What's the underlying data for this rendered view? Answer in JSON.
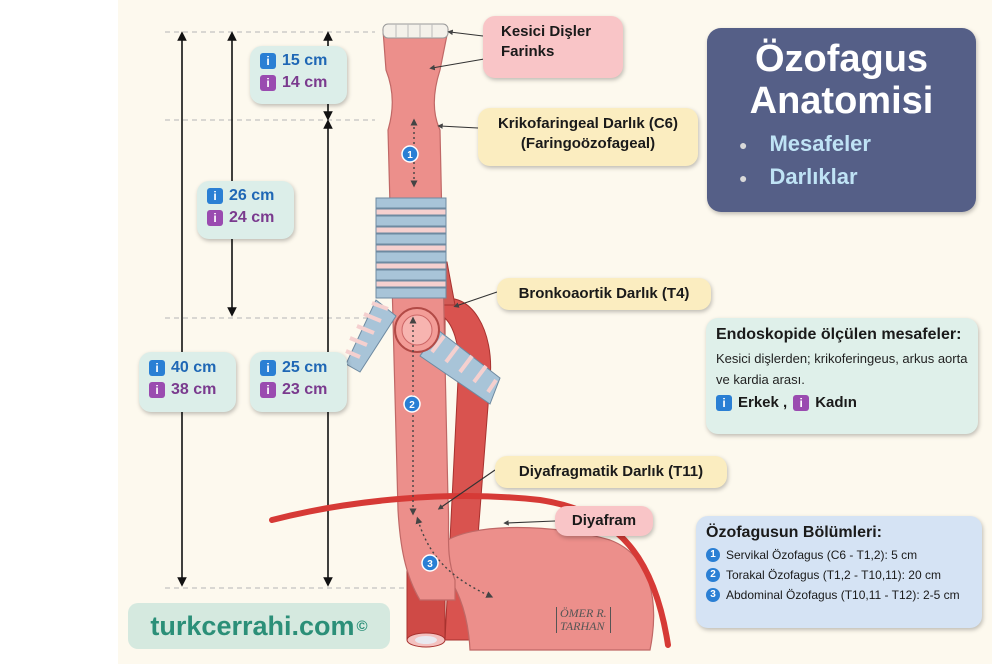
{
  "title": {
    "line1": "Özofagus",
    "line2": "Anatomisi",
    "bullets": [
      "Mesafeler",
      "Darlıklar"
    ]
  },
  "callouts": {
    "incisors": "Kesici Dişler",
    "pharynx": "Farinks",
    "cricopharyngeal_1": "Krikofaringeal Darlık (C6)",
    "cricopharyngeal_2": "(Faringoözofageal)",
    "bronchoaortic": "Bronkoaortik Darlık (T4)",
    "diaphragmatic": "Diyafragmatik Darlık (T11)",
    "diaphragm": "Diyafram"
  },
  "measurements": {
    "m15": {
      "male": "15 cm",
      "female": "14 cm"
    },
    "m26": {
      "male": "26 cm",
      "female": "24 cm"
    },
    "m40": {
      "male": "40 cm",
      "female": "38 cm"
    },
    "m25": {
      "male": "25 cm",
      "female": "23 cm"
    }
  },
  "endoscopy": {
    "heading": "Endoskopide ölçülen mesafeler:",
    "text": "Kesici dişlerden; krikoferingeus, arkus aorta ve kardia arası.",
    "male_label": "Erkek ,",
    "female_label": "Kadın"
  },
  "sections": {
    "heading": "Özofagusun Bölümleri:",
    "items": [
      {
        "num": "1",
        "text": "Servikal Özofagus (C6 - T1,2): 5 cm"
      },
      {
        "num": "2",
        "text": "Torakal Özofagus (T1,2 - T10,11): 20 cm"
      },
      {
        "num": "3",
        "text": "Abdominal Özofagus (T10,11 - T12): 2-5 cm"
      }
    ]
  },
  "markers": [
    "1",
    "2",
    "3"
  ],
  "watermark": {
    "text": "turkcerrahi.com",
    "symbol": "©"
  },
  "signature": {
    "line1": "ÖMER R.",
    "line2": "TARHAN"
  },
  "colors": {
    "esophagus": "#ec8f8b",
    "aorta": "#d9534f",
    "cartilage": "#a8c4d8",
    "diaphragm": "#d63a36",
    "title_bg": "#555f87"
  }
}
